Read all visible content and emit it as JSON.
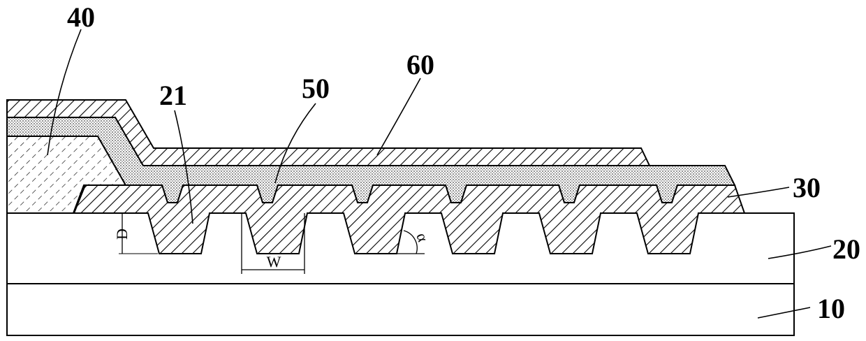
{
  "labels": {
    "l40": "40",
    "l21": "21",
    "l50": "50",
    "l60": "60",
    "l30": "30",
    "l20": "20",
    "l10": "10"
  },
  "dimensions": {
    "depth": "D",
    "width": "W",
    "angle": "α"
  },
  "colors": {
    "line": "#000000",
    "background": "#ffffff"
  }
}
